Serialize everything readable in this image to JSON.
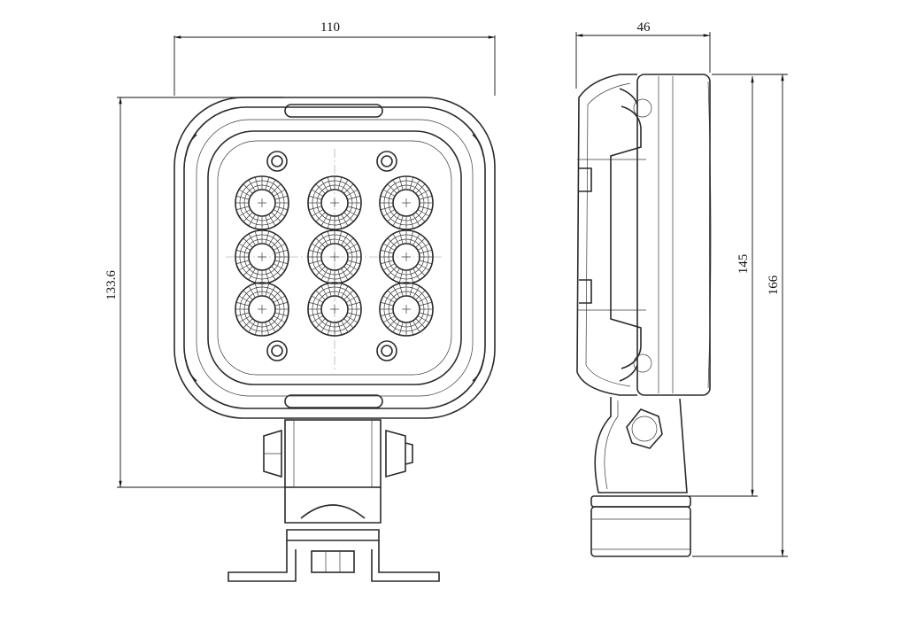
{
  "drawing": {
    "subject": "LED work lamp dimension drawing",
    "front_view": {
      "width_label": "110",
      "height_label": "133.6",
      "led_count": 9,
      "mounting_screw_count": 4
    },
    "side_view": {
      "depth_label": "46",
      "body_height_label": "145",
      "total_height_label": "166"
    }
  }
}
